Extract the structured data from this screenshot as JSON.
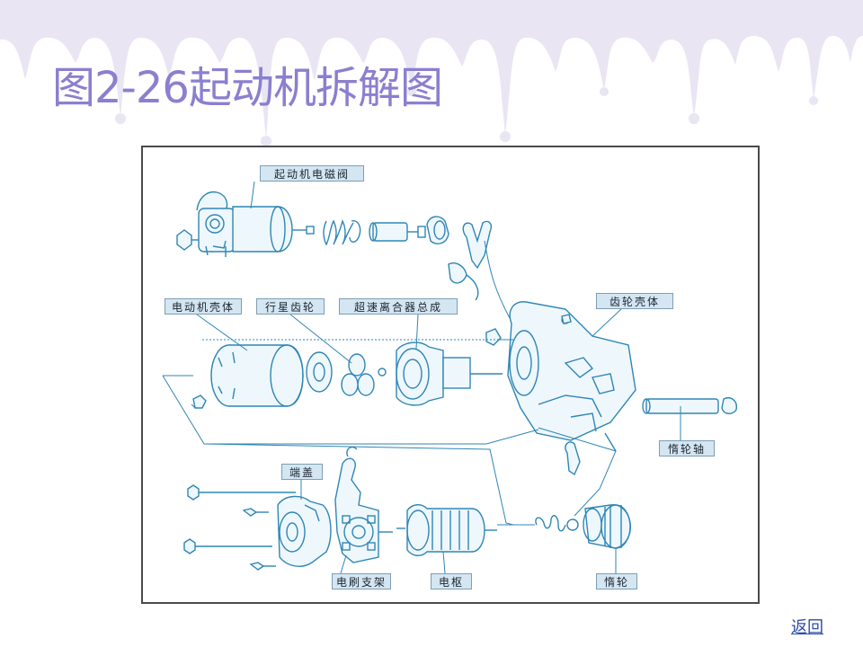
{
  "slide": {
    "title": "图2-26起动机拆解图",
    "back_link": "返回"
  },
  "diagram": {
    "labels": {
      "solenoid": "起动机电磁阀",
      "motor_housing": "电动机壳体",
      "planetary_gear": "行星齿轮",
      "overrunning_clutch": "超速离合器总成",
      "gear_housing": "齿轮壳体",
      "idler_shaft": "惰轮轴",
      "end_cover": "端盖",
      "brush_holder": "电刷支架",
      "armature": "电枢",
      "idler_gear": "惰轮"
    }
  },
  "colors": {
    "title": "#8b7fcf",
    "drip": "#e6e1f2",
    "line": "#2f86b5",
    "part_fill": "#eef7fc",
    "label_bg": "#d3e6f2",
    "link": "#2b4ca8"
  }
}
